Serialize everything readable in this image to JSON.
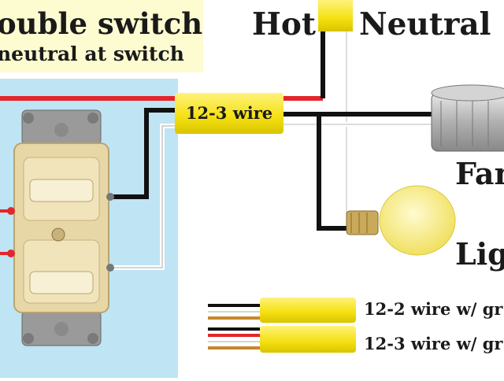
{
  "title": {
    "line1": "ouble switch",
    "line2": "neutral at switch"
  },
  "labels": {
    "hot": "Hot",
    "neutral": "Neutral",
    "fan": "Fan",
    "light": "Lig",
    "wire_tag": "12-3 wire"
  },
  "legend": [
    {
      "label": "12-2 wire w/ gr",
      "conductors": [
        "black",
        "white",
        "bare"
      ]
    },
    {
      "label": "12-3 wire w/ gr",
      "conductors": [
        "black",
        "red",
        "white",
        "bare"
      ]
    }
  ],
  "colors": {
    "hot_wire": "#111111",
    "switched_wire_red": "#e3262c",
    "neutral_wire": "#f4f4f4",
    "cable_jacket": "#f7e514",
    "wall_plate": "#bfe4f4",
    "switch_body": "#e8d7a6",
    "title_bg": "#fdfbd0",
    "bulb": "#f8f080"
  }
}
